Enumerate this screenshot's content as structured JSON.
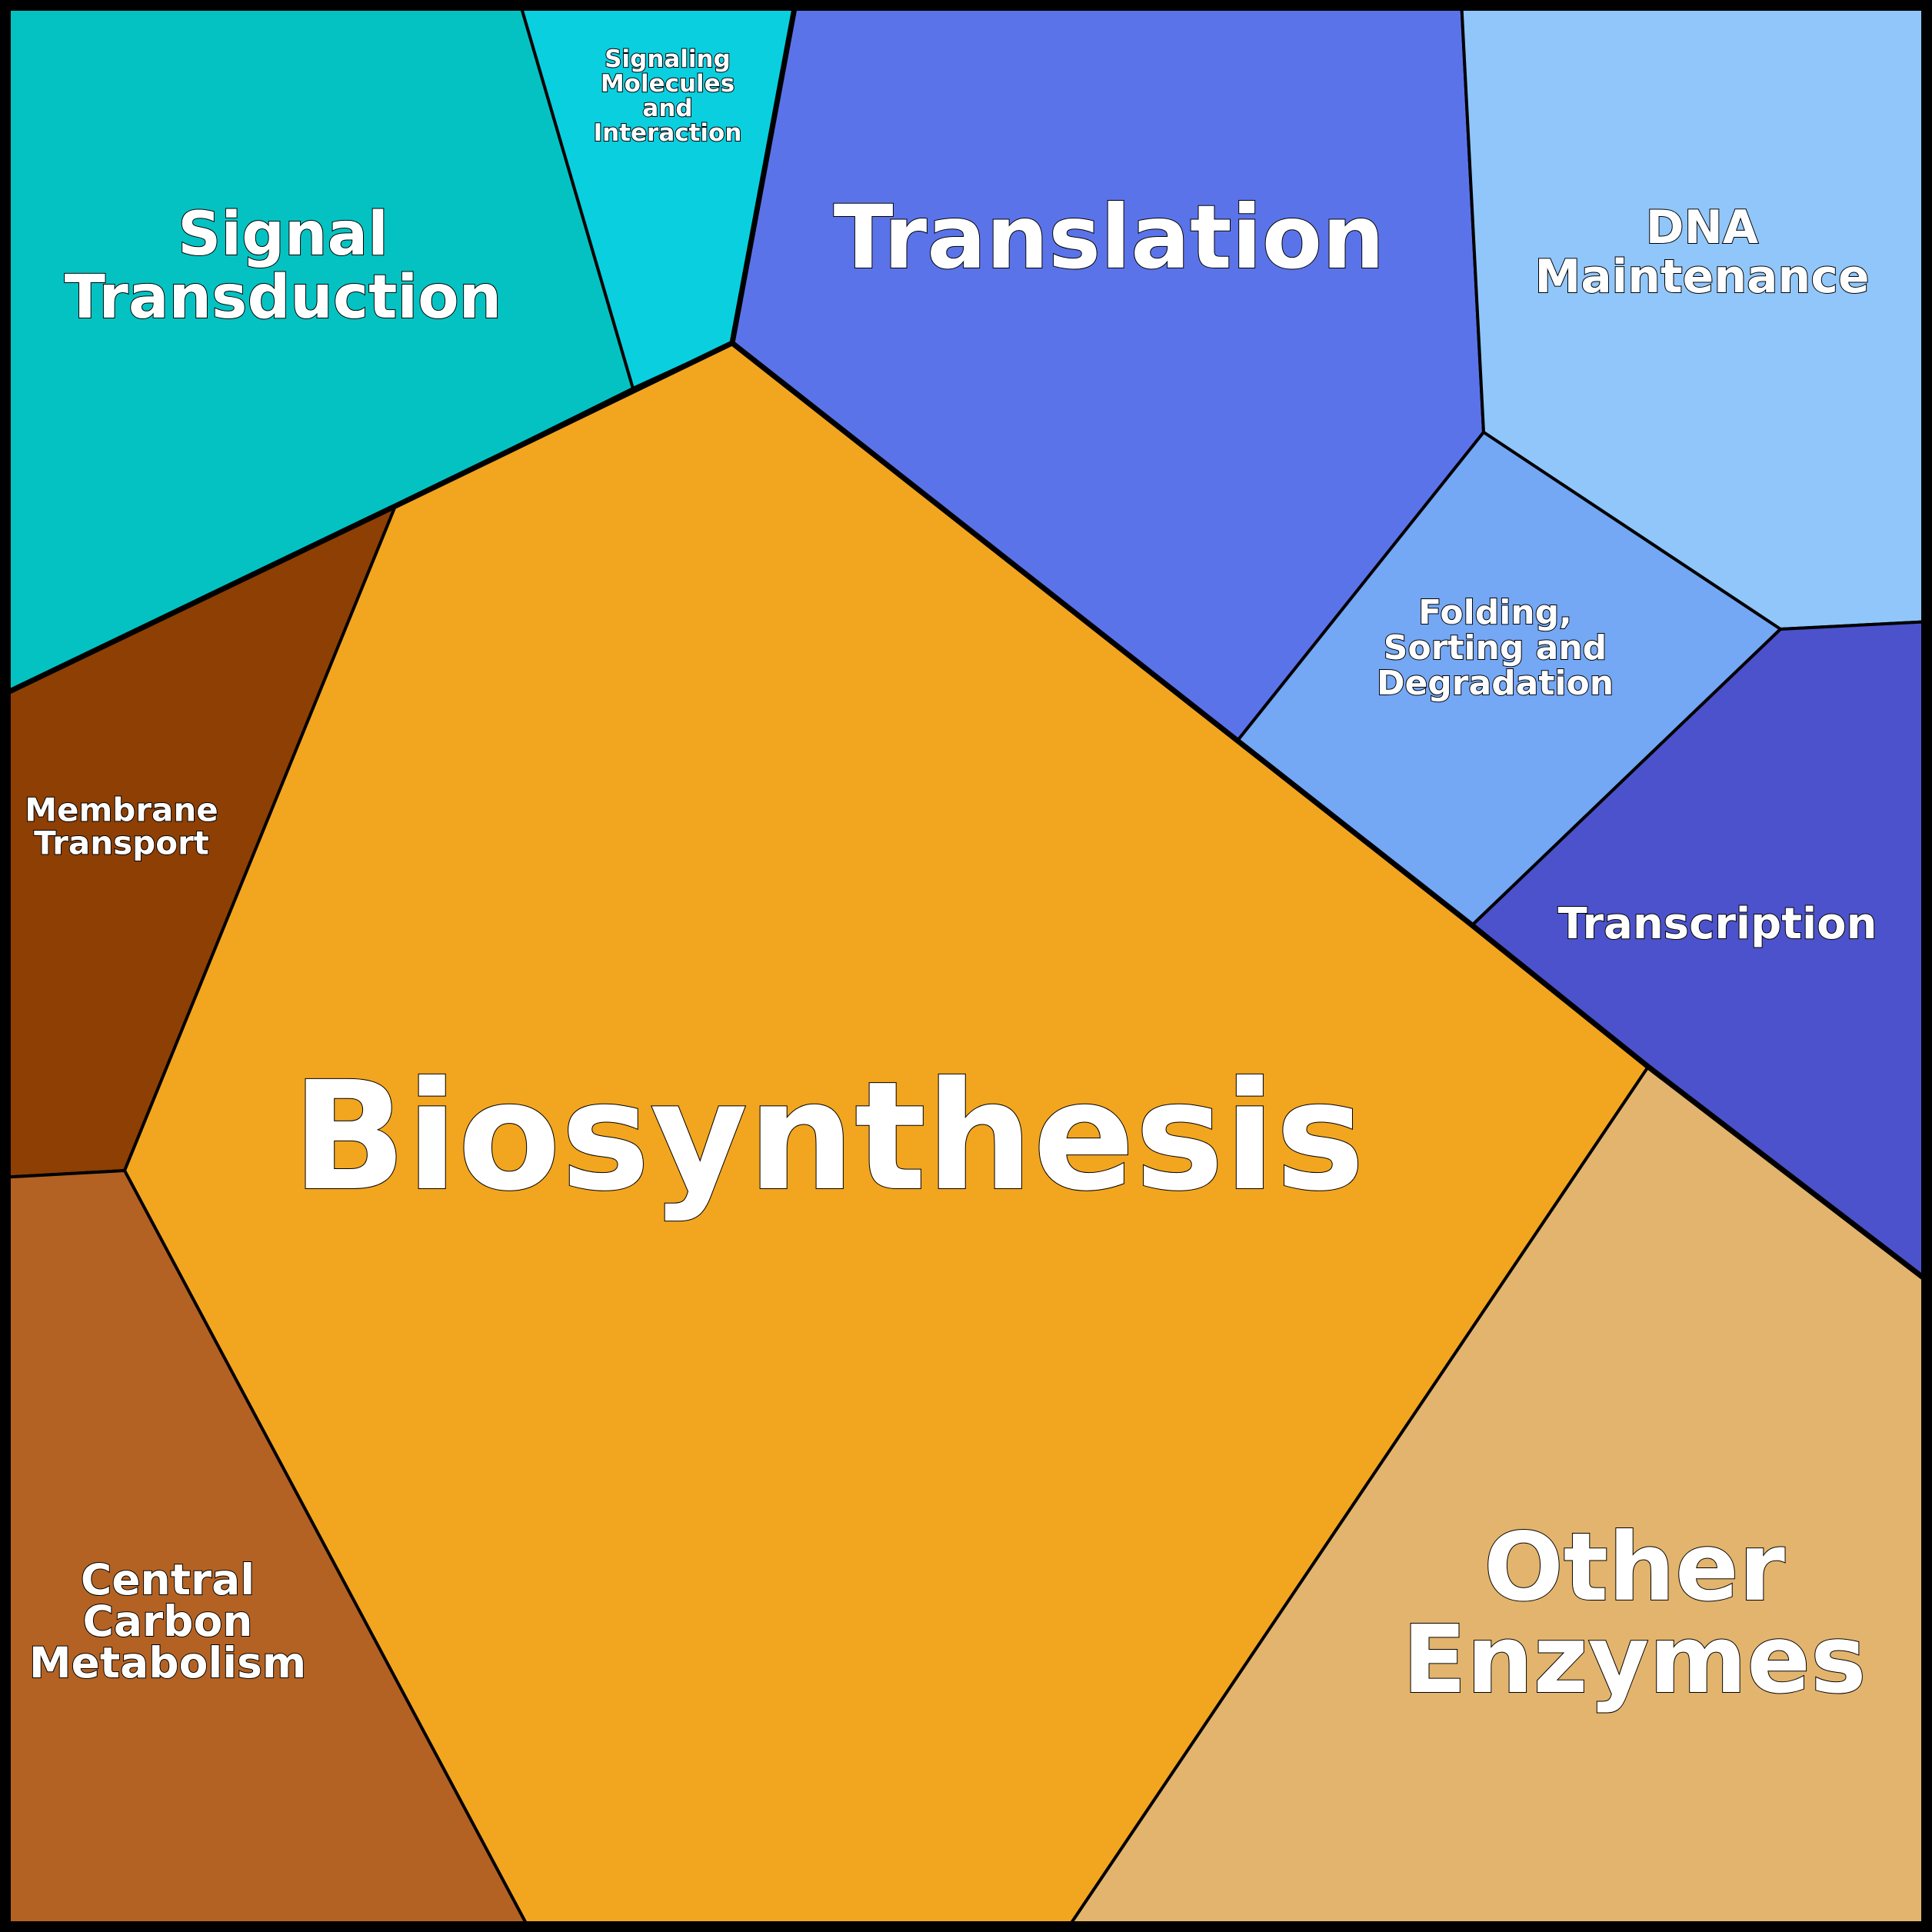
{
  "diagram": {
    "type": "voronoi-treemap",
    "cells": [
      {
        "id": "signal-transduction",
        "label": [
          "Signal",
          "Transduction"
        ],
        "color": "#05C2C2"
      },
      {
        "id": "signaling-molecules",
        "label": [
          "Signaling",
          "Molecules",
          "and",
          "Interaction"
        ],
        "color": "#0ACFDF"
      },
      {
        "id": "translation",
        "label": [
          "Translation"
        ],
        "color": "#5B73E9"
      },
      {
        "id": "dna-maintenance",
        "label": [
          "DNA",
          "Maintenance"
        ],
        "color": "#90C6FA"
      },
      {
        "id": "folding-sorting",
        "label": [
          "Folding,",
          "Sorting and",
          "Degradation"
        ],
        "color": "#74A7F4"
      },
      {
        "id": "transcription",
        "label": [
          "Transcription"
        ],
        "color": "#4C52CB"
      },
      {
        "id": "membrane-transport",
        "label": [
          "Membrane",
          "Transport"
        ],
        "color": "#8E3F03"
      },
      {
        "id": "biosynthesis",
        "label": [
          "Biosynthesis"
        ],
        "color": "#F2A51F"
      },
      {
        "id": "central-carbon",
        "label": [
          "Central",
          "Carbon",
          "Metabolism"
        ],
        "color": "#B36223"
      },
      {
        "id": "other-enzymes",
        "label": [
          "Other",
          "Enzymes"
        ],
        "color": "#E3B46D"
      }
    ]
  }
}
